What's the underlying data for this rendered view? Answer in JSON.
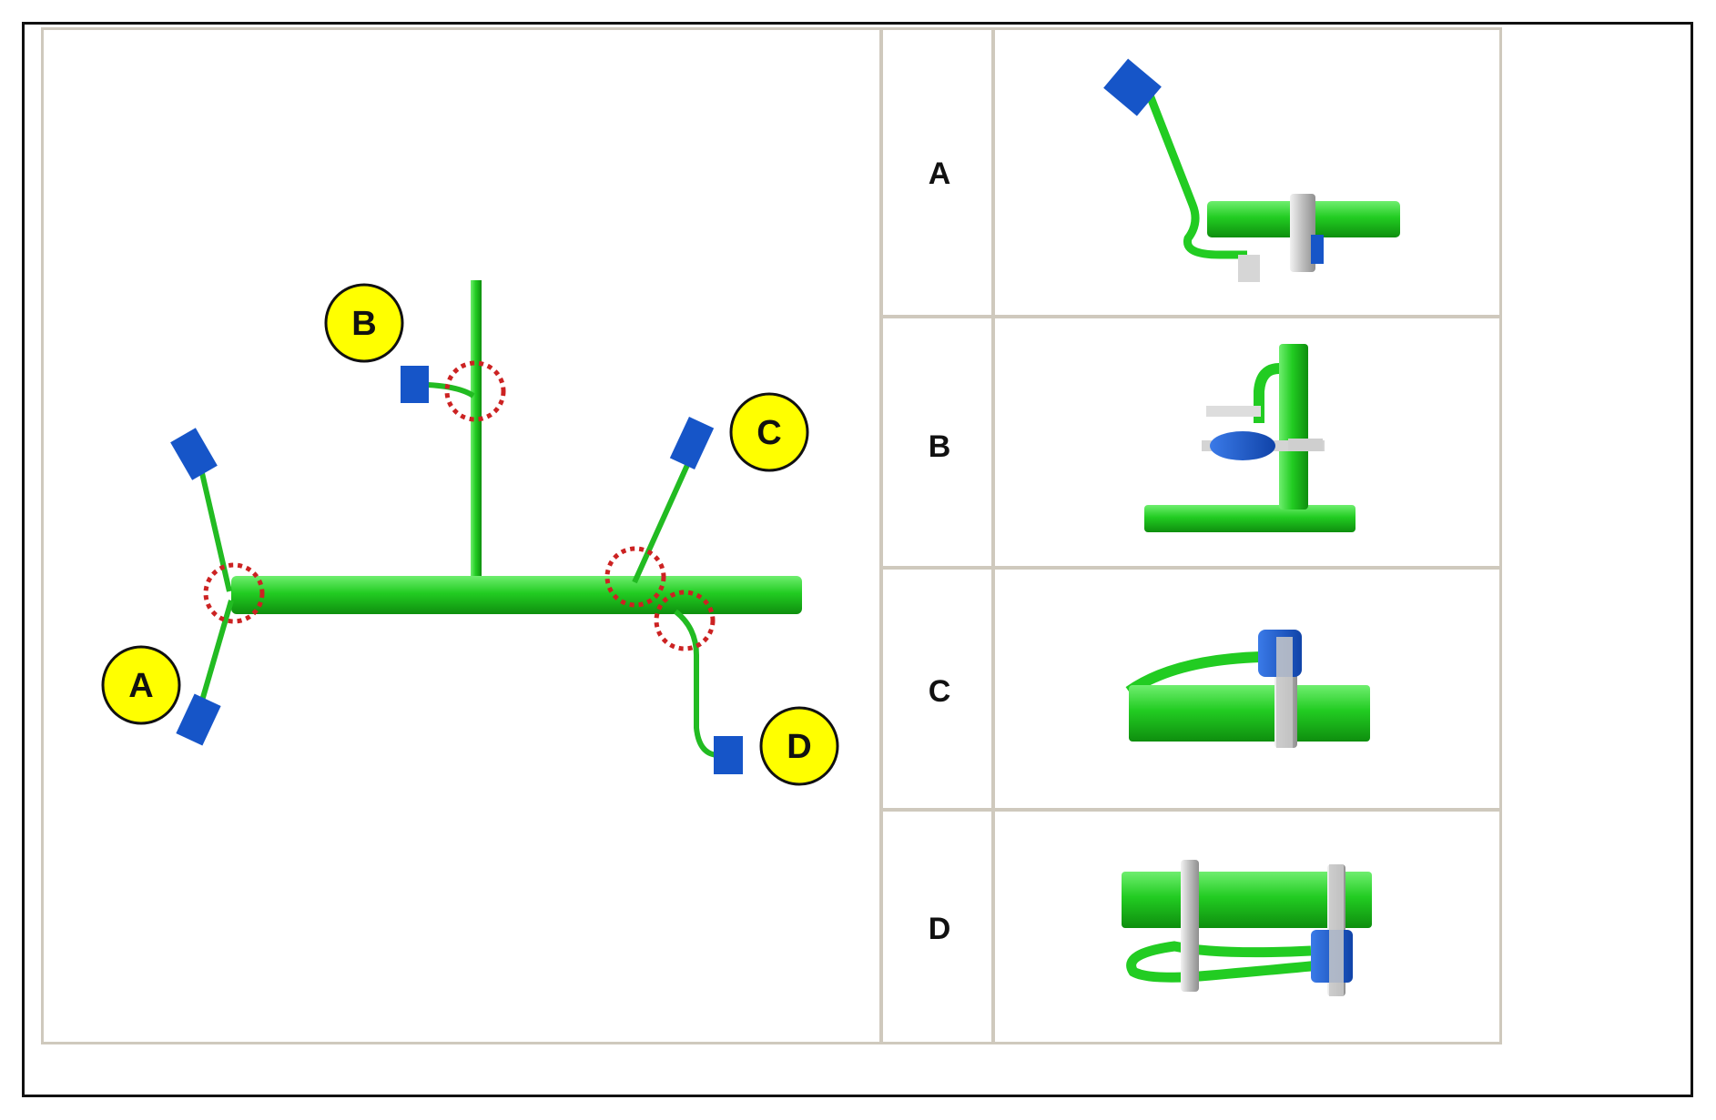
{
  "callouts": {
    "a": "A",
    "b": "B",
    "c": "C",
    "d": "D"
  },
  "rows": [
    {
      "label": "A"
    },
    {
      "label": "B"
    },
    {
      "label": "C"
    },
    {
      "label": "D"
    }
  ],
  "colors": {
    "pipe": "#22cc22",
    "pipe_dark": "#118811",
    "connector": "#1655c8",
    "callout_fill": "#ffff00",
    "highlight_circle": "#cc2222",
    "clamp": "#cccccc"
  }
}
